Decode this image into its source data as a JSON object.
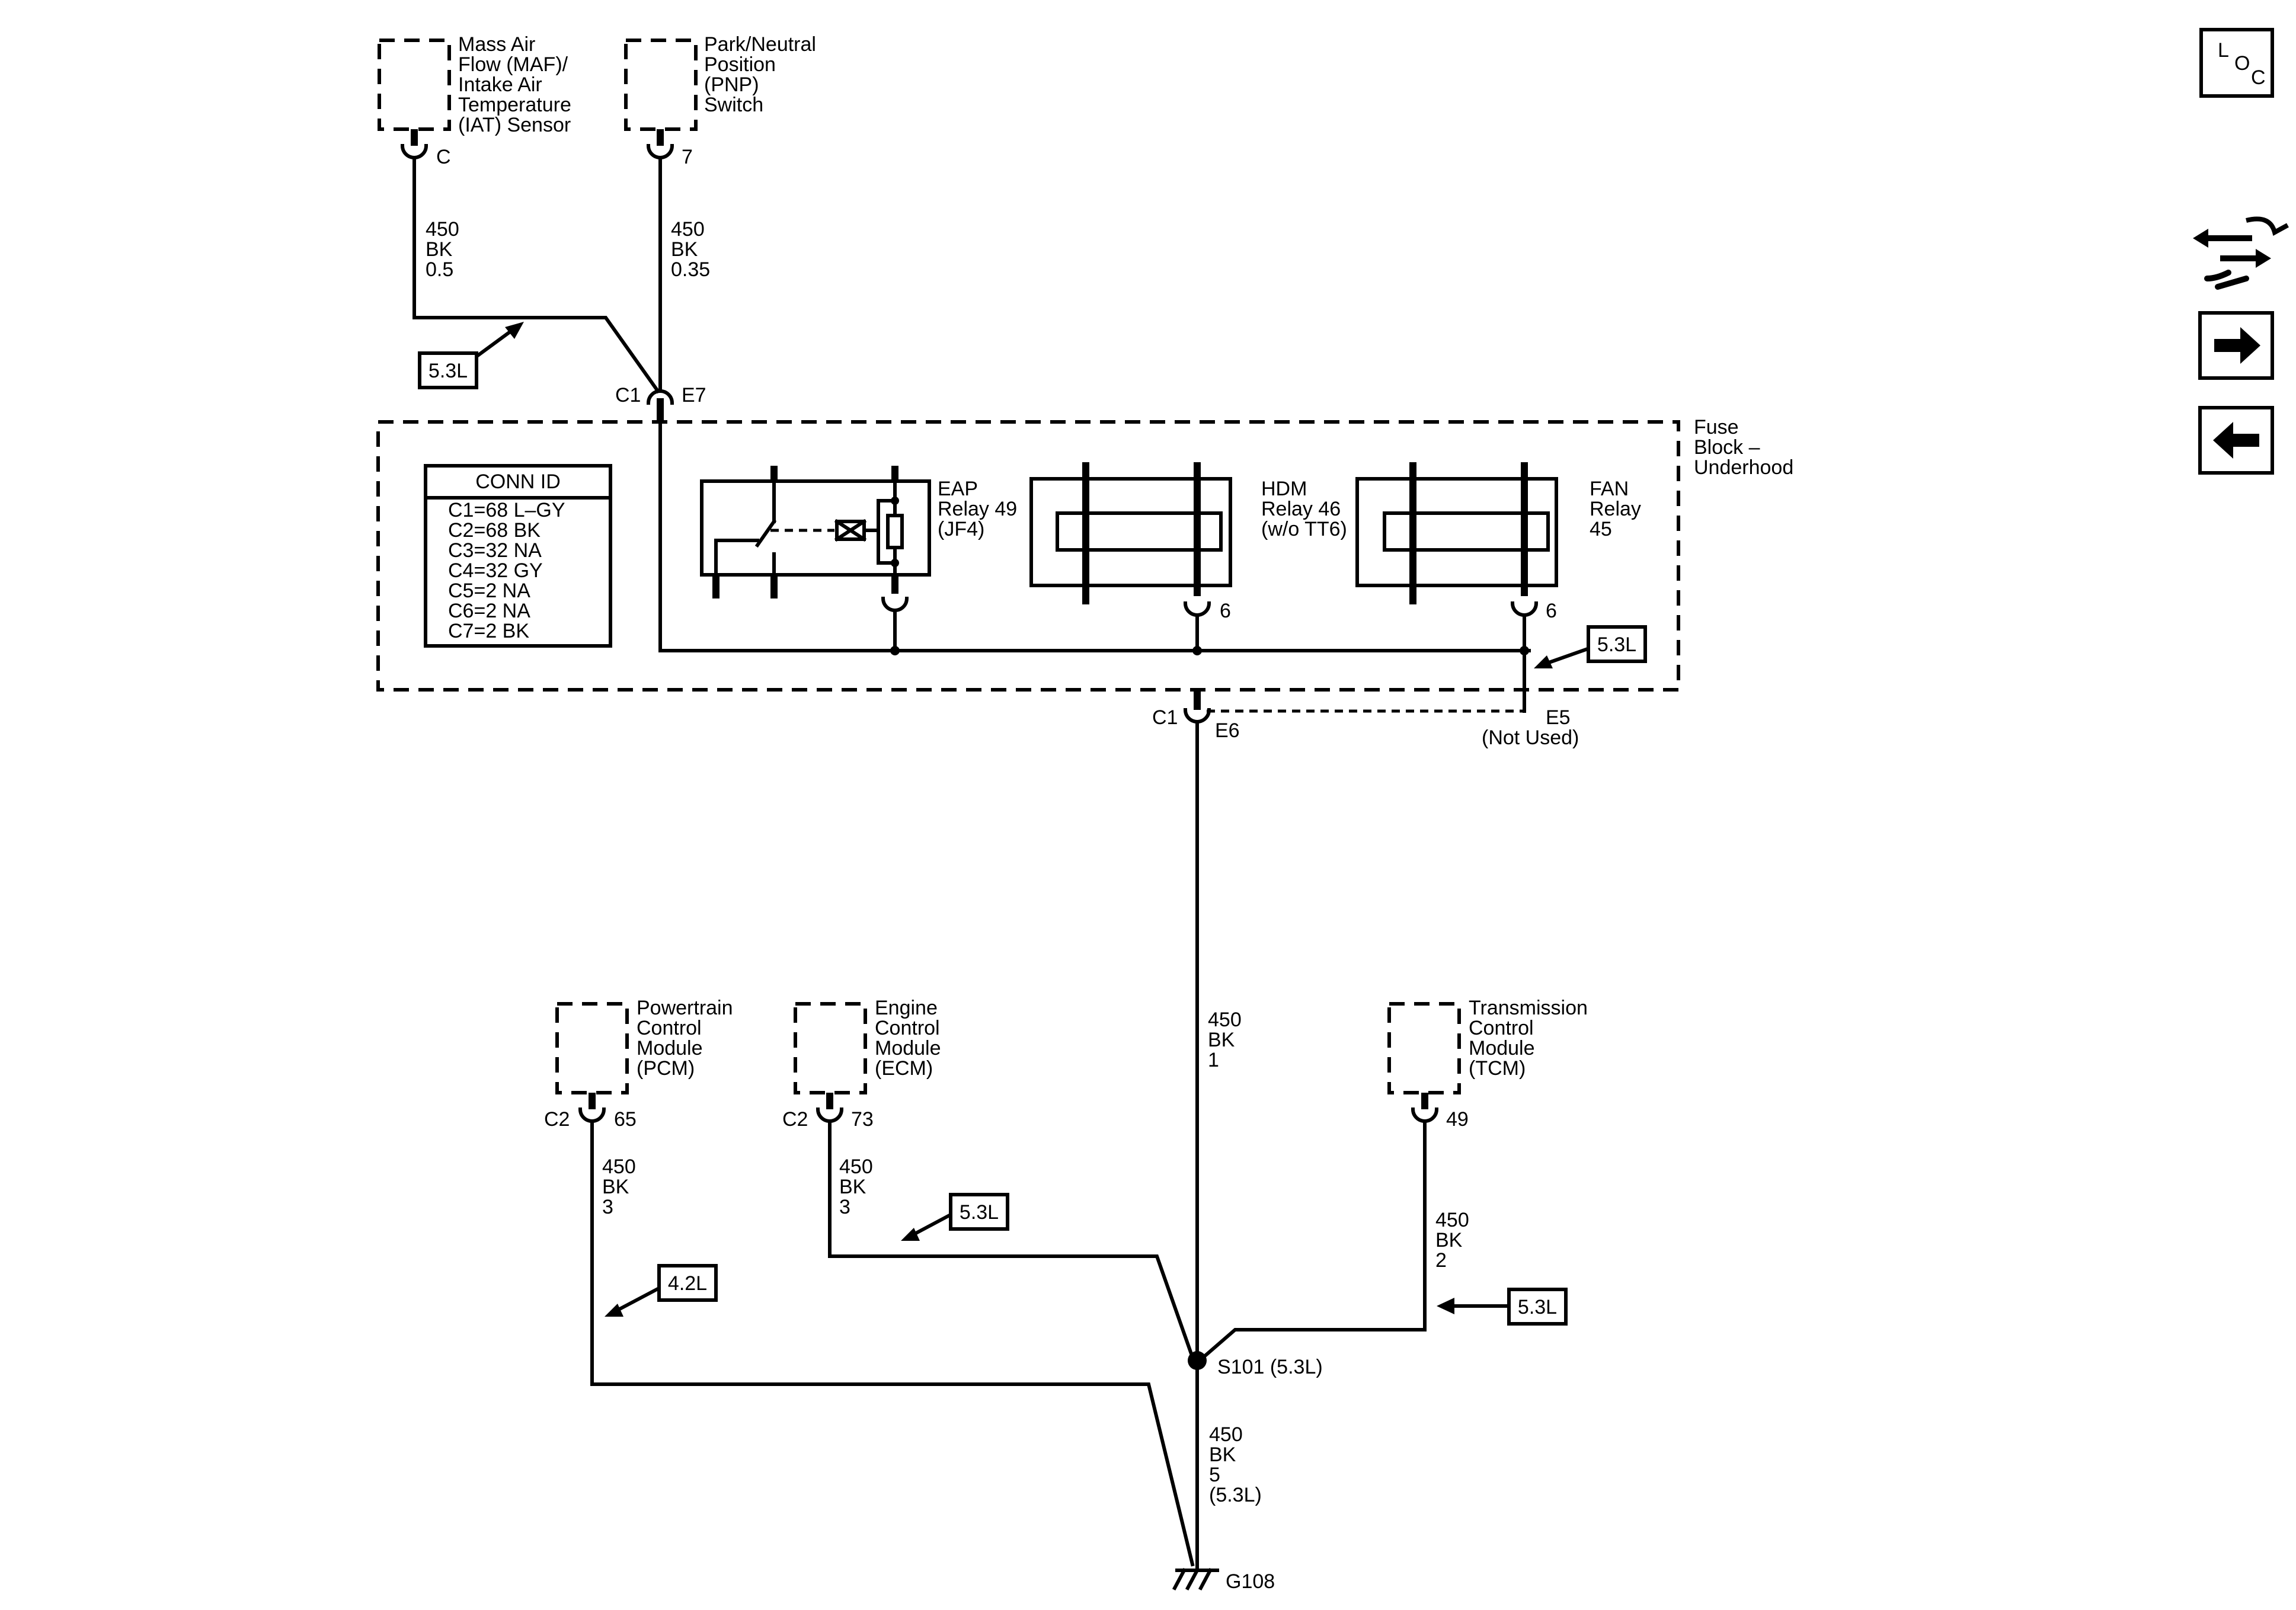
{
  "components": {
    "maf_iat": [
      "Mass Air",
      "Flow (MAF)/",
      "Intake Air",
      "Temperature",
      "(IAT) Sensor"
    ],
    "pnp": [
      "Park/Neutral",
      "Position",
      "(PNP)",
      "Switch"
    ],
    "pcm": [
      "Powertrain",
      "Control",
      "Module",
      "(PCM)"
    ],
    "ecm": [
      "Engine",
      "Control",
      "Module",
      "(ECM)"
    ],
    "tcm": [
      "Transmission",
      "Control",
      "Module",
      "(TCM)"
    ],
    "fuse_block": [
      "Fuse",
      "Block –",
      "Underhood"
    ],
    "eap_relay": [
      "EAP",
      "Relay 49",
      "(JF4)"
    ],
    "hdm_relay": [
      "HDM",
      "Relay 46",
      "(w/o TT6)"
    ],
    "fan_relay": [
      "FAN",
      "Relay",
      "45"
    ]
  },
  "pins": {
    "maf_pin": "C",
    "pnp_pin": "7",
    "fb_c1_left": "C1",
    "fb_e7": "E7",
    "hdm_pin": "6",
    "fan_pin": "6",
    "fb_c1_bottom": "C1",
    "fb_e6": "E6",
    "fb_e5": [
      "E5",
      "(Not Used)"
    ],
    "pcm_conn": "C2",
    "pcm_pin": "65",
    "ecm_conn": "C2",
    "ecm_pin": "73",
    "tcm_pin": "49"
  },
  "wires": {
    "maf": [
      "450",
      "BK",
      "0.5"
    ],
    "pnp": [
      "450",
      "BK",
      "0.35"
    ],
    "main": [
      "450",
      "BK",
      "1"
    ],
    "pcm": [
      "450",
      "BK",
      "3"
    ],
    "ecm": [
      "450",
      "BK",
      "3"
    ],
    "tcm": [
      "450",
      "BK",
      "2"
    ],
    "ground": [
      "450",
      "BK",
      "5",
      "(5.3L)"
    ]
  },
  "conn_id": {
    "title": "CONN ID",
    "rows": [
      "C1=68 L–GY",
      "C2=68 BK",
      "C3=32 NA",
      "C4=32 GY",
      "C5=2 NA",
      "C6=2 NA",
      "C7=2 BK"
    ]
  },
  "option_tags": {
    "maf": "5.3L",
    "fuse_block": "5.3L",
    "ecm": "5.3L",
    "pcm": "4.2L",
    "tcm": "5.3L"
  },
  "splice": "S101 (5.3L)",
  "ground_label": "G108",
  "nav": {
    "loc_letters": [
      "L",
      "O",
      "C"
    ],
    "icons": [
      "component-swap-icon",
      "next-arrow-icon",
      "previous-arrow-icon"
    ]
  }
}
